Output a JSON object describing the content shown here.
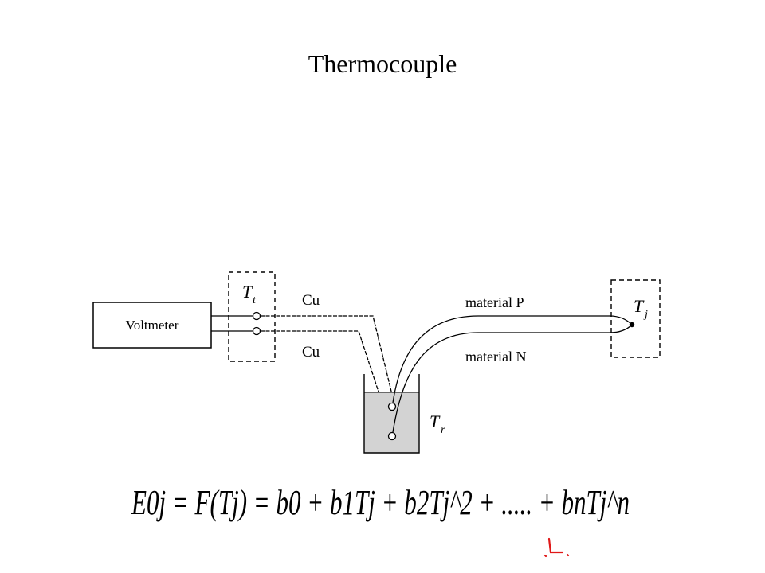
{
  "slide": {
    "title": "Thermocouple"
  },
  "diagram": {
    "voltmeter_label": "Voltmeter",
    "terminal_temp": {
      "symbol": "T",
      "subscript": "t"
    },
    "wire_top_label": "Cu",
    "wire_bottom_label": "Cu",
    "material_p_label": "material P",
    "material_n_label": "material N",
    "junction_temp": {
      "symbol": "T",
      "subscript": "j"
    },
    "reference_temp": {
      "symbol": "T",
      "subscript": "r"
    },
    "bath_fill_color": "#d3d3d3",
    "annotation_color": "#e01818"
  },
  "equation": {
    "text": "E0j = F(Tj) = b0 + b1Tj + b2Tj^2 + ..... + bnTj^n"
  }
}
